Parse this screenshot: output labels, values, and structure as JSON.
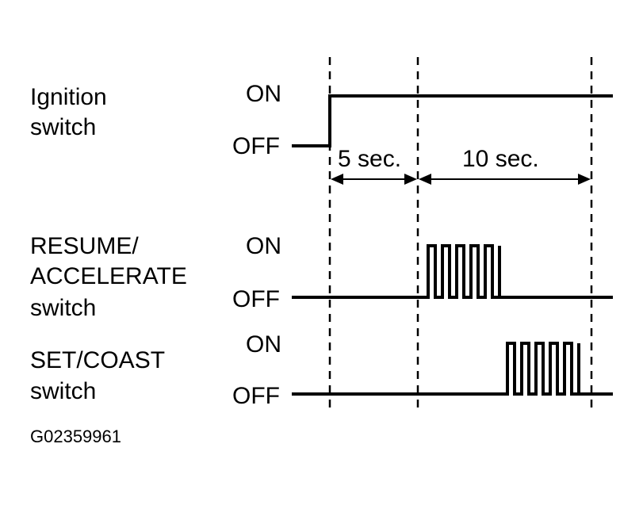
{
  "signals": [
    {
      "label_lines": [
        "Ignition",
        "switch"
      ],
      "on_label": "ON",
      "off_label": "OFF"
    },
    {
      "label_lines": [
        "RESUME/",
        "ACCELERATE",
        "switch"
      ],
      "on_label": "ON",
      "off_label": "OFF"
    },
    {
      "label_lines": [
        "SET/COAST",
        "switch"
      ],
      "on_label": "ON",
      "off_label": "OFF"
    }
  ],
  "intervals": [
    {
      "label": "5 sec."
    },
    {
      "label": "10 sec."
    }
  ],
  "figure_code": "G02359961"
}
